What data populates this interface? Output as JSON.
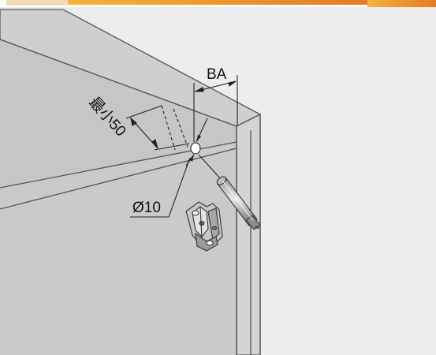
{
  "labels": {
    "ba": "BA",
    "min_distance": "最小50",
    "diameter": "Ø10"
  },
  "colors": {
    "background": "#ededed",
    "panel": "#c9c9c9",
    "panel_side": "#d3d3d3",
    "outline": "#4a4a4a",
    "accent": "#e98a2e"
  },
  "icons": [
    "hinge-mounting-plate-icon",
    "door-damper-icon",
    "drill-hole-icon"
  ]
}
